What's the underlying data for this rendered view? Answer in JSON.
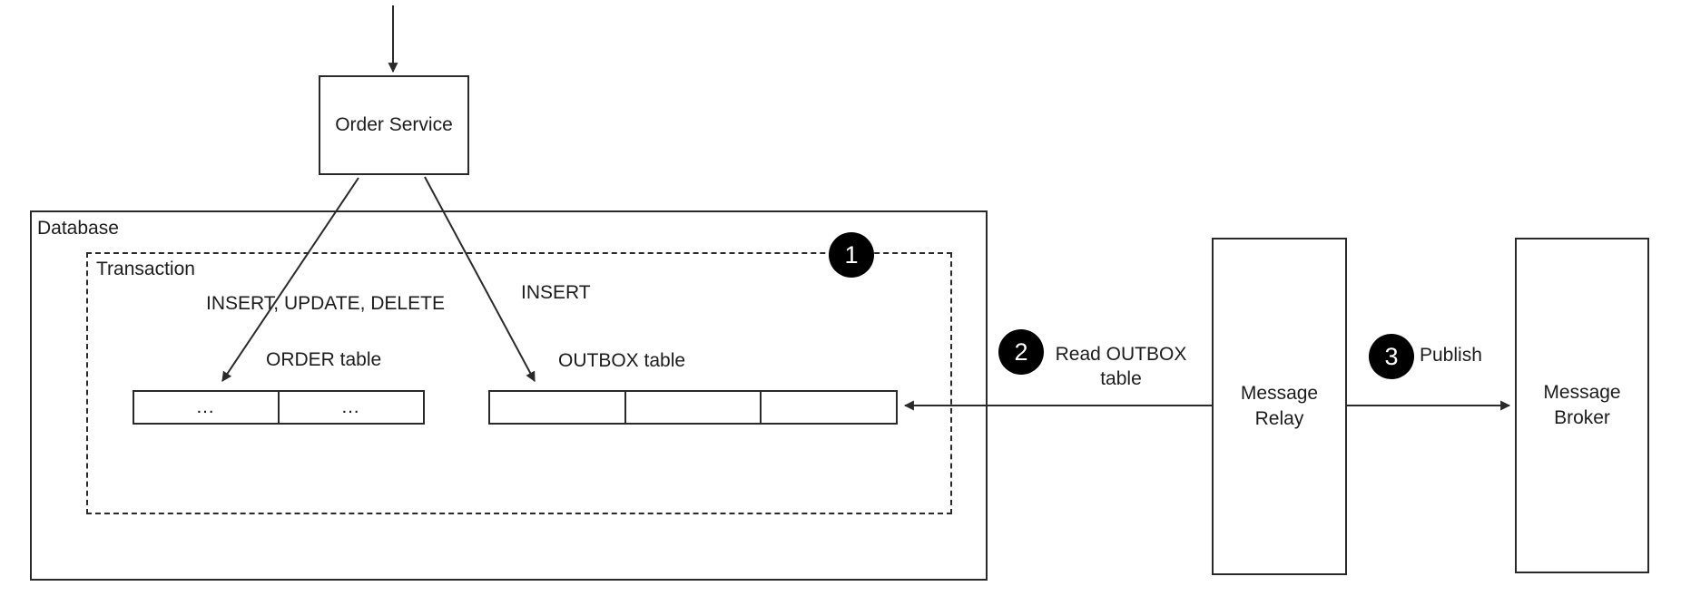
{
  "diagram": {
    "nodes": {
      "order_service": {
        "label": "Order Service"
      },
      "database": {
        "label": "Database"
      },
      "transaction": {
        "label": "Transaction"
      },
      "message_relay": {
        "label": "Message\nRelay"
      },
      "message_broker": {
        "label": "Message\nBroker"
      }
    },
    "tables": {
      "order_table": {
        "title": "ORDER table",
        "cells": [
          "…",
          "…"
        ]
      },
      "outbox_table": {
        "title": "OUTBOX table",
        "cells": [
          "",
          "",
          ""
        ]
      }
    },
    "edge_labels": {
      "order_ops": "INSERT, UPDATE, DELETE",
      "outbox_op": "INSERT",
      "read_outbox": "Read OUTBOX\ntable",
      "publish": "Publish"
    },
    "steps": {
      "one": "1",
      "two": "2",
      "three": "3"
    },
    "colors": {
      "line": "#2a2a2a",
      "badge_background": "#000000",
      "badge_text": "#ffffff",
      "background": "#ffffff"
    }
  }
}
